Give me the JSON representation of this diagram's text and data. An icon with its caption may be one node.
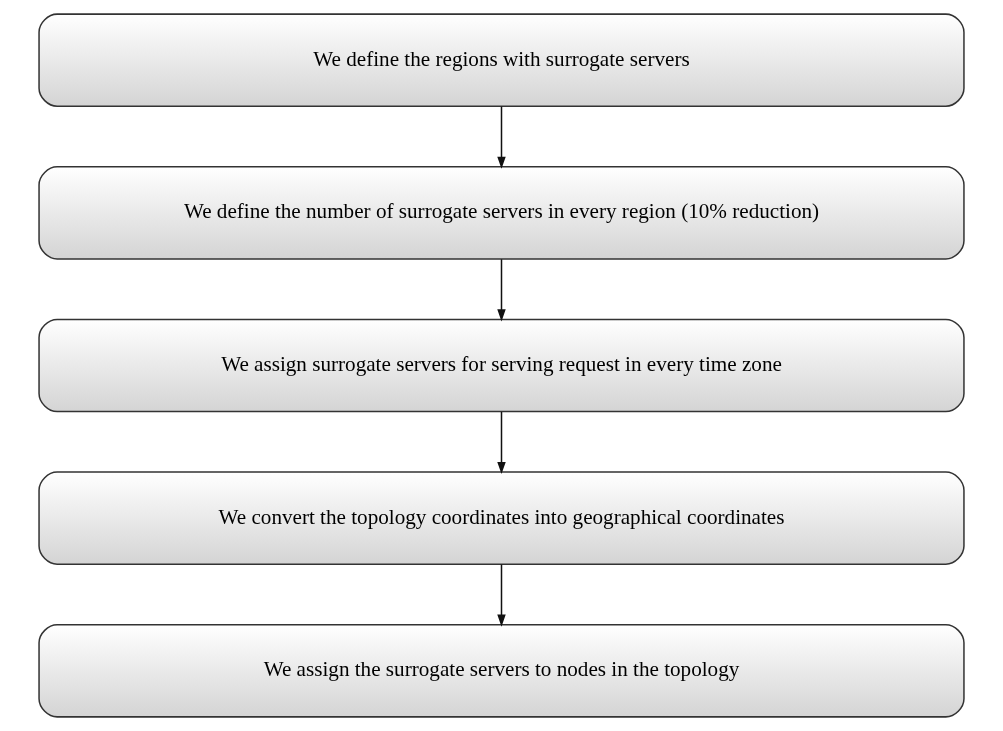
{
  "diagram": {
    "nodes": [
      {
        "text": [
          "We define the regions with surrogate servers"
        ]
      },
      {
        "text": [
          "We define the number of surrogate servers in every region (10% reduction)"
        ]
      },
      {
        "text": [
          "We assign surrogate servers for serving request in every time zone"
        ]
      },
      {
        "text": [
          "We convert the topology coordinates into geographical coordinates"
        ]
      },
      {
        "text": [
          "We assign the surrogate servers to nodes in the topology"
        ]
      }
    ],
    "edges": [
      {
        "from": 0,
        "to": 1,
        "arrow": "to"
      },
      {
        "from": 1,
        "to": 2,
        "arrow": "to"
      },
      {
        "from": 2,
        "to": 3,
        "arrow": "to"
      },
      {
        "from": 3,
        "to": 4,
        "arrow": "to"
      }
    ]
  }
}
